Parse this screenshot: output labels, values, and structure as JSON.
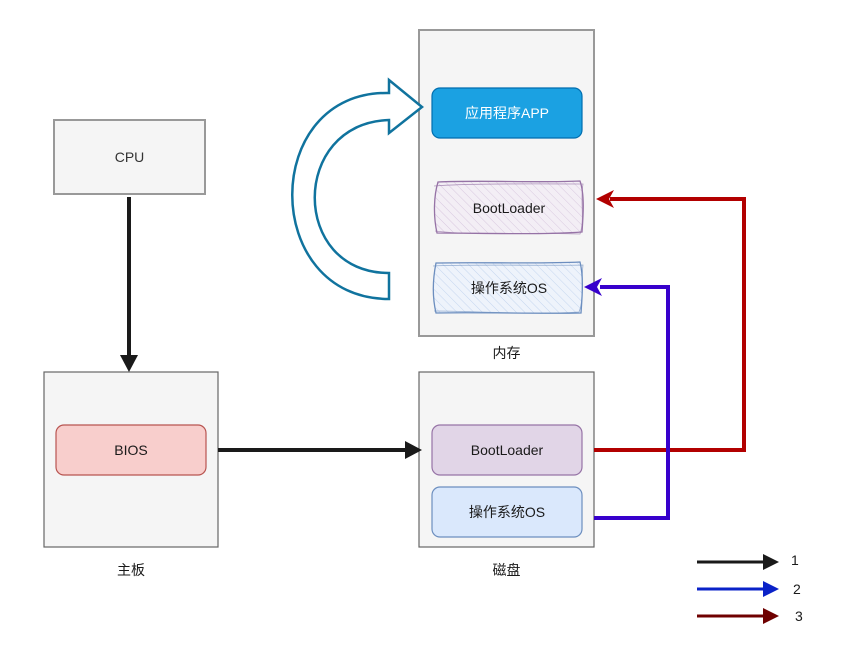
{
  "diagram": {
    "cpu": {
      "label": "CPU"
    },
    "motherboard": {
      "caption": "主板",
      "bios": "BIOS"
    },
    "disk": {
      "caption": "磁盘",
      "bootloader": "BootLoader",
      "os": "操作系统OS"
    },
    "memory": {
      "caption": "内存",
      "app": "应用程序APP",
      "bootloader": "BootLoader",
      "os": "操作系统OS"
    },
    "connections": [
      {
        "from": "CPU",
        "to": "主板",
        "legend": "1"
      },
      {
        "from": "BIOS",
        "to": "磁盘",
        "legend": "1"
      },
      {
        "from": "磁盘.BootLoader",
        "to": "内存.BootLoader",
        "legend": "3"
      },
      {
        "from": "磁盘.操作系统OS",
        "to": "内存.操作系统OS",
        "legend": "2"
      },
      {
        "from": "内存.操作系统OS",
        "to": "内存.应用程序APP",
        "legend": "curved"
      }
    ]
  },
  "legend": {
    "items": [
      {
        "label": "1",
        "color": "#1a1a1a"
      },
      {
        "label": "2",
        "color": "#0a22c8"
      },
      {
        "label": "3",
        "color": "#6f0000"
      }
    ]
  },
  "colors": {
    "app_fill": "#1ba1e2",
    "app_stroke": "#006eaf",
    "bios_fill": "#f8cecc",
    "bios_stroke": "#b85450",
    "bootloader_fill": "#e1d5e7",
    "bootloader_stroke": "#9673a6",
    "os_fill": "#dae8fc",
    "os_stroke": "#6c8ebf",
    "red_arrow": "#b20000",
    "purple_arrow": "#3700cc",
    "curved_arrow": "#10739e"
  }
}
